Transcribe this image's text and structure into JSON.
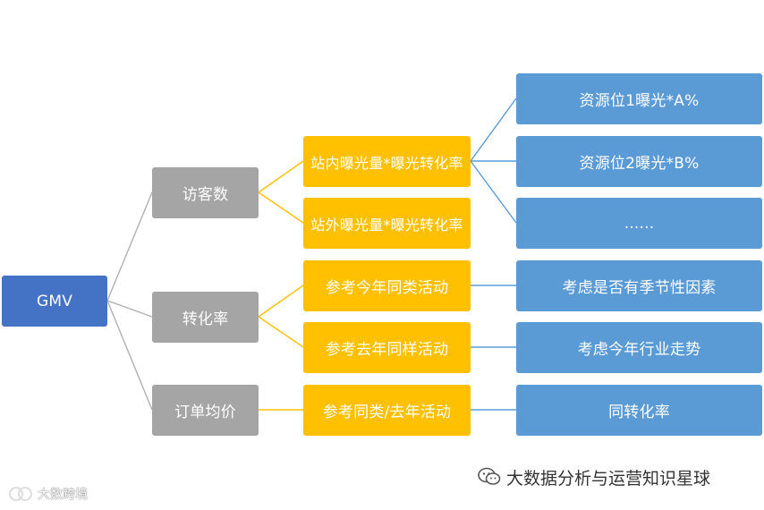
{
  "diagram": {
    "root": "GMV",
    "level1": [
      "访客数",
      "转化率",
      "订单均价"
    ],
    "level2": [
      "站内曝光量*曝光转化率",
      "站外曝光量*曝光转化率",
      "参考今年同类活动",
      "参考去年同样活动",
      "参考同类/去年活动"
    ],
    "level3": [
      "资源位1曝光*A%",
      "资源位2曝光*B%",
      "......",
      "考虑是否有季节性因素",
      "考虑今年行业走势",
      "同转化率"
    ]
  },
  "watermark": {
    "brand_right": "大数据分析与运营知识星球",
    "brand_left": "大数跨境"
  },
  "colors": {
    "root": "#4472c4",
    "level1": "#a5a5a5",
    "level2": "#ffc000",
    "level3": "#5b9bd5",
    "connector_gray": "#b0b0b0",
    "connector_gold": "#ffc000",
    "connector_blue": "#5b9bd5"
  }
}
